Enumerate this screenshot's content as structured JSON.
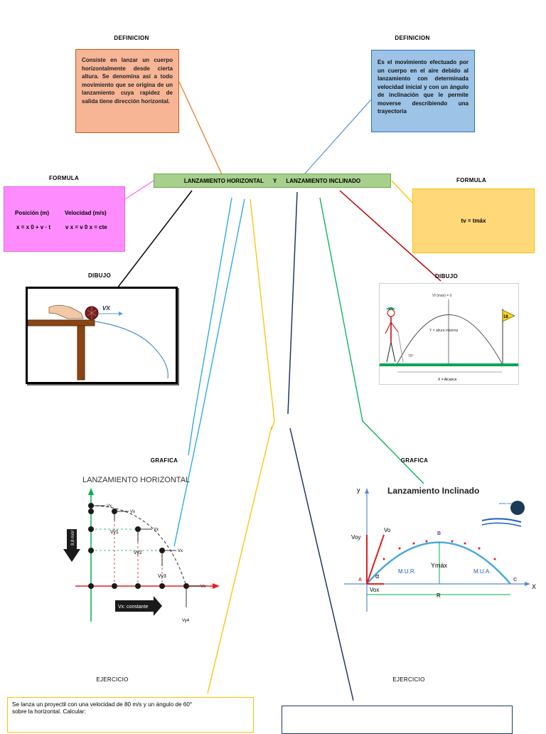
{
  "central_title": {
    "left": "LANZAMIENTO HORIZONTAL",
    "connector": "Y",
    "right": "LANZAMIENTO INCLINADO"
  },
  "left": {
    "definition_label": "DEFINICION",
    "definition_text": "Consiste en lanzar un cuerpo horizontalmente desde cierta altura. Se denomina así a todo movimiento que se origina de un lanzamiento cuya rapidez de salida tiene dirección horizontal.",
    "formula_label": "FORMULA",
    "formula_header_1": "Posición (m)",
    "formula_header_2": "Velocidad (m/s)",
    "formula_1": "x = x 0 + v · t",
    "formula_2": "v x = v 0 x = cte",
    "drawing_label": "DIBUJO",
    "drawing_vx": "vx",
    "graph_label": "GRAFICA",
    "graph_title": "LANZAMIENTO HORIZONTAL",
    "graph_gravity": "9,8 m/s²",
    "graph_constant": "Vx: constante",
    "graph_vx": "Vx",
    "graph_vy_labels": [
      "Vy1",
      "Vy2",
      "Vy3",
      "Vy4"
    ],
    "exercise_label": "EJERCICIO",
    "exercise_text_1": "Se lanza un proyectil con una velocidad de 80 m/s y un ángulo de 60°",
    "exercise_text_2": "sobre la horizontal. Calcular:"
  },
  "right": {
    "definition_label": "DEFINICION",
    "definition_text": "Es el movimiento efectuado por un cuerpo en el aire debido al lanzamiento con determinada velocidad inicial y con un ángulo de inclinación que le permite moverse describiendo una trayectoria",
    "formula_label": "FORMULA",
    "formula": "tv = tmáx",
    "drawing_label": "DIBUJO",
    "drawing_top": "Vf (máx) = 0",
    "drawing_height": "Y = altura máxima",
    "drawing_angle": "70°",
    "drawing_flag": "18",
    "drawing_range": "X = Alcance",
    "graph_label": "GRAFICA",
    "graph_title": "Lanzamiento Inclinado",
    "graph_y": "y",
    "graph_x": "X",
    "graph_voy": "Voy",
    "graph_vo": "Vo",
    "graph_vox": "Vox",
    "graph_alpha": "α",
    "graph_ymax": "Ymáx",
    "graph_mur": "M.U.R.",
    "graph_mua": "M.U.A.",
    "graph_r": "R",
    "graph_points": [
      "A",
      "B",
      "C"
    ],
    "graph_logo": "aristo.com",
    "exercise_label": "EJERCICIO"
  },
  "colors": {
    "definition_left_bg": "#f7b596",
    "definition_right_bg": "#9dc3e6",
    "formula_left_bg": "#ff8cff",
    "formula_right_bg": "#ffd87a",
    "title_bg": "#a8d08d",
    "line_orange": "#ed7d31",
    "line_blue": "#5b9bd5",
    "line_cyan": "#1fa7e0",
    "line_navy": "#203864",
    "line_green": "#00b050",
    "line_red": "#c00000",
    "line_yellow": "#ffc000"
  }
}
